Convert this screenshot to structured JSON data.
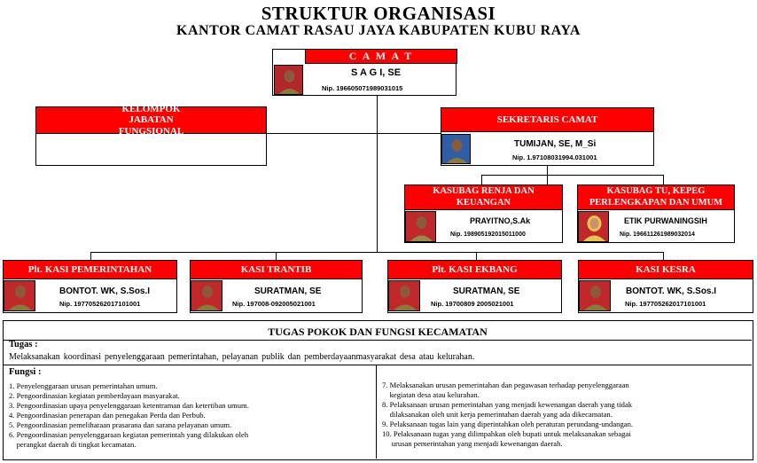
{
  "header": {
    "title": "STRUKTUR ORGANISASI",
    "subtitle": "KANTOR CAMAT RASAU JAYA KABUPATEN KUBU RAYA"
  },
  "camat": {
    "title": "C A M A T",
    "name": "S A G I, SE",
    "nip": "Nip. 196605071989031015"
  },
  "kelompok": {
    "title": "KELOMPOK JABATAN FUNGSIONAL"
  },
  "sekretaris": {
    "title": "SEKRETARIS CAMAT",
    "name": "TUMIJAN, SE, M_Si",
    "nip": "Nip. 1.97108031994.031001"
  },
  "renja": {
    "title": "KASUBAG RENJA DAN KEUANGAN",
    "name": "PRAYITNO,S.Ak",
    "nip": "Nip. 198905192015011000"
  },
  "tu": {
    "title": "KASUBAG TU, KEPEG PERLENGKAPAN DAN UMUM",
    "name": "ETIK PURWANINGSIH",
    "nip": "Nip. 196611261989032014"
  },
  "pemerintahan": {
    "title": "Plt. KASI PEMERINTAHAN",
    "name": "BONTOT. WK, S.Sos.I",
    "nip": "Nip. 197705262017101001"
  },
  "trantib": {
    "title": "KASI TRANTIB",
    "name": "SURATMAN, SE",
    "nip": "Nip. 197008-092005021001"
  },
  "ekbang": {
    "title": "Plt. KASI EKBANG",
    "name": "SURATMAN, SE",
    "nip": "Nip. 19700809 2005021001"
  },
  "kesra": {
    "title": "KASI KESRA",
    "name": "BONTOT. WK, S.Sos.I",
    "nip": "Nip. 197705262017101001"
  },
  "tupoksi": {
    "heading": "TUGAS POKOK DAN FUNGSI KECAMATAN",
    "tugas_label": "Tugas :",
    "tugas_text": "Melaksanakan koordinasi penyelenggaraan pemerintahan, pelayanan publik dan pemberdayaanmasyarakat desa atau kelurahan.",
    "fungsi_label": "Fungsi :",
    "fungsi_left": [
      "1. Penyelenggaraan urusan pemerintahan umum.",
      "2. Pengoordinasian kegiatan pemberdayaan masyarakat.",
      "3. Pengoordinasian upaya penyelenggaraan ketentraman dan ketertiban umum.",
      "4. Pengoordinasian penerapan dan penegakan Perda dan Perbub.",
      "5. Pengoordinasian pemeliharaan prasarana dan sarana pelayanan umum.",
      "6. Pengoordinasian penyelenggaraan kegiatan pemerintah yang dilakukan oleh",
      "    perangkat daerah di tingkat kecamatan."
    ],
    "fungsi_right": [
      "7. Melaksanakan urusan pemerintahan dan pegawasan terhadap penyelenggaraan",
      "    kegiatan desa atau kelurahan.",
      "8. Pelaksanaan urusan pemerintahan yang menjadi kewenangan daerah yang tidak",
      "    dilaksanakan oleh unit kerja pemerintahan daerah yang ada dikecamatan.",
      "9. Pelaksanaan tugas lain yang diperintahkan oleh peraturan perundang-undangan.",
      "10. Pelaksanaan tugas yang dilimpahkan oleh bupati untuk melaksanakan sebagai",
      "     urusan pemerintahan yang menjadi kewenangan daerah."
    ]
  },
  "colors": {
    "header_red": "#ff0000",
    "header_text": "#ffffff",
    "line": "#000000"
  }
}
